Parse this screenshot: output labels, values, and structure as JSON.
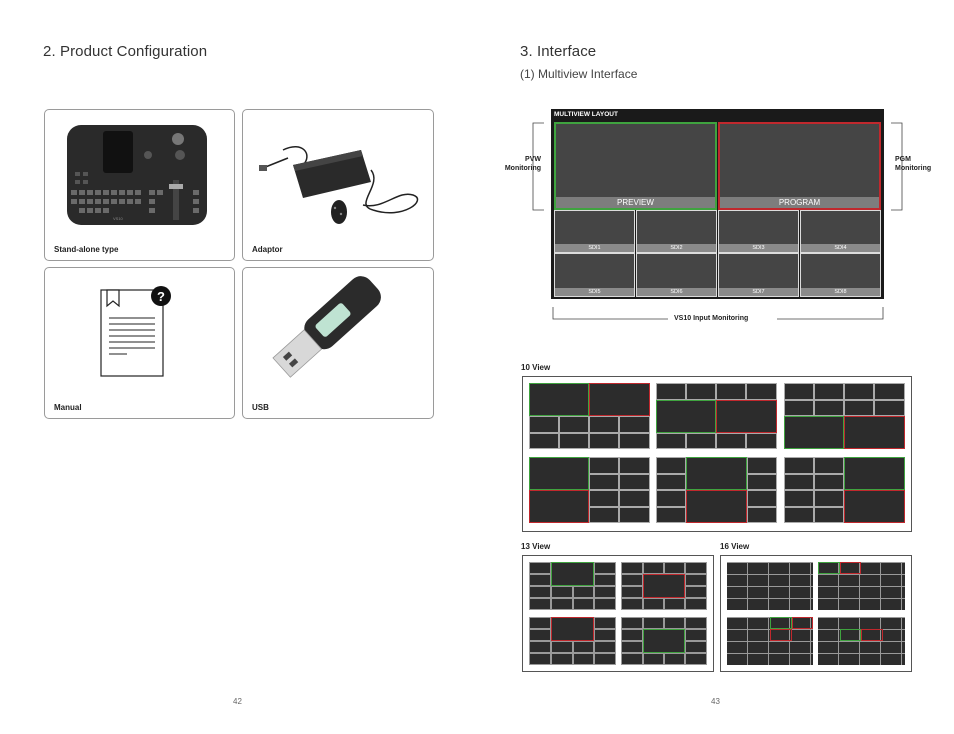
{
  "left_page": {
    "title": "2. Product Configuration",
    "page_number": "42",
    "items": [
      {
        "label": "Stand-alone type",
        "icon": "switcher-console-icon"
      },
      {
        "label": "Adaptor",
        "icon": "power-adaptor-icon"
      },
      {
        "label": "Manual",
        "icon": "manual-document-icon"
      },
      {
        "label": "USB",
        "icon": "usb-drive-icon"
      }
    ],
    "console_brand": "VS10"
  },
  "right_page": {
    "title": "3.  Interface",
    "subtitle": "(1) Multiview Interface",
    "page_number": "43",
    "multiview": {
      "header": "MULTIVIEW LAYOUT",
      "preview": "PREVIEW",
      "program": "PROGRAM",
      "sdi": [
        "SDI1",
        "SDI2",
        "SDI3",
        "SDI4",
        "SDI5",
        "SDI6",
        "SDI7",
        "SDI8"
      ],
      "pvw_label": [
        "PVW",
        "Monitoring"
      ],
      "pgm_label": [
        "PGM",
        "Monitoring"
      ],
      "input_label": "VS10 Input Monitoring"
    },
    "views": {
      "ten": "10 View",
      "thirteen": "13 View",
      "sixteen": "16 View"
    }
  },
  "colors": {
    "preview": "#3fa33f",
    "program": "#c0282d",
    "tile": "#454545"
  }
}
